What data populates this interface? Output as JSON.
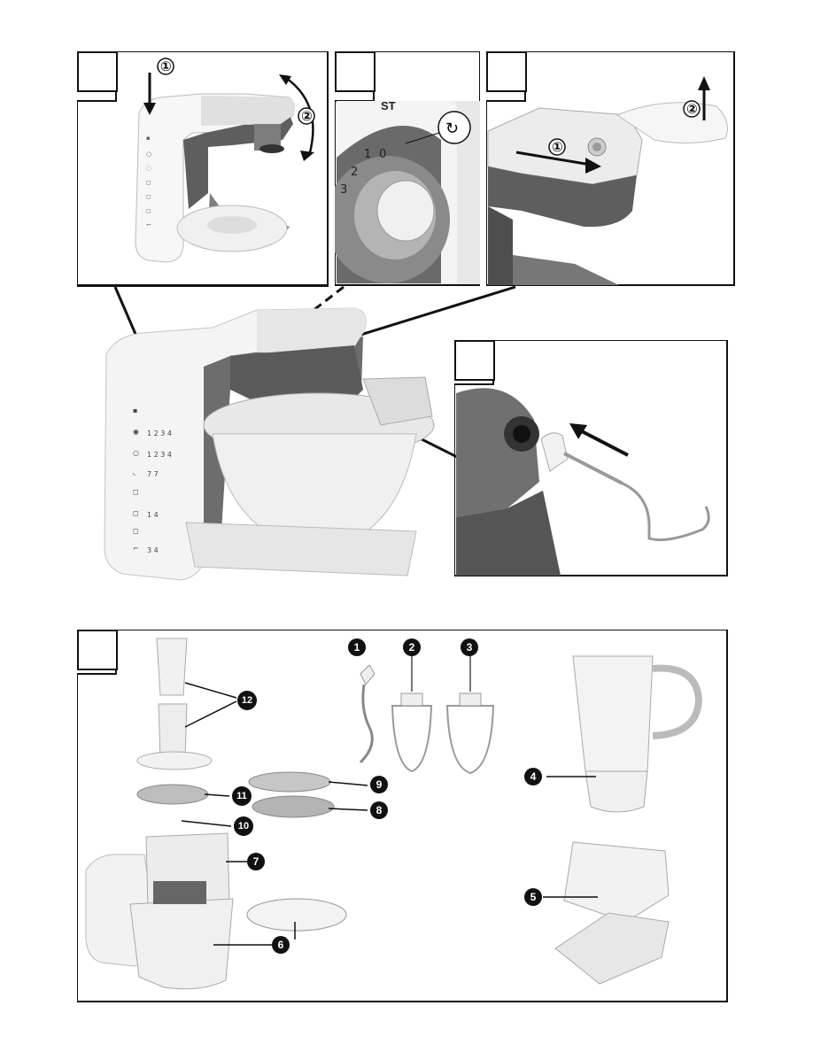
{
  "colors": {
    "ink": "#111111",
    "body_white": "#f2f2f2",
    "body_gray": "#6f6f6f"
  },
  "figure_a": {
    "step1": "①",
    "step2": "②"
  },
  "figure_b": {
    "dial_marks": [
      "0",
      "1",
      "2",
      "3"
    ],
    "lock_symbol": "↻"
  },
  "figure_c": {
    "step1": "①",
    "step2": "②"
  },
  "brand_fragment": "ST",
  "side_labels": [
    "1 2 3 4",
    "1 2 3 4",
    "7 7",
    "1 4",
    "3 4"
  ],
  "parts": {
    "p1": "1",
    "p2": "2",
    "p3": "3",
    "p4": "4",
    "p5": "5",
    "p6": "6",
    "p7": "7",
    "p8": "8",
    "p9": "9",
    "p10": "10",
    "p11": "11",
    "p12": "12"
  }
}
